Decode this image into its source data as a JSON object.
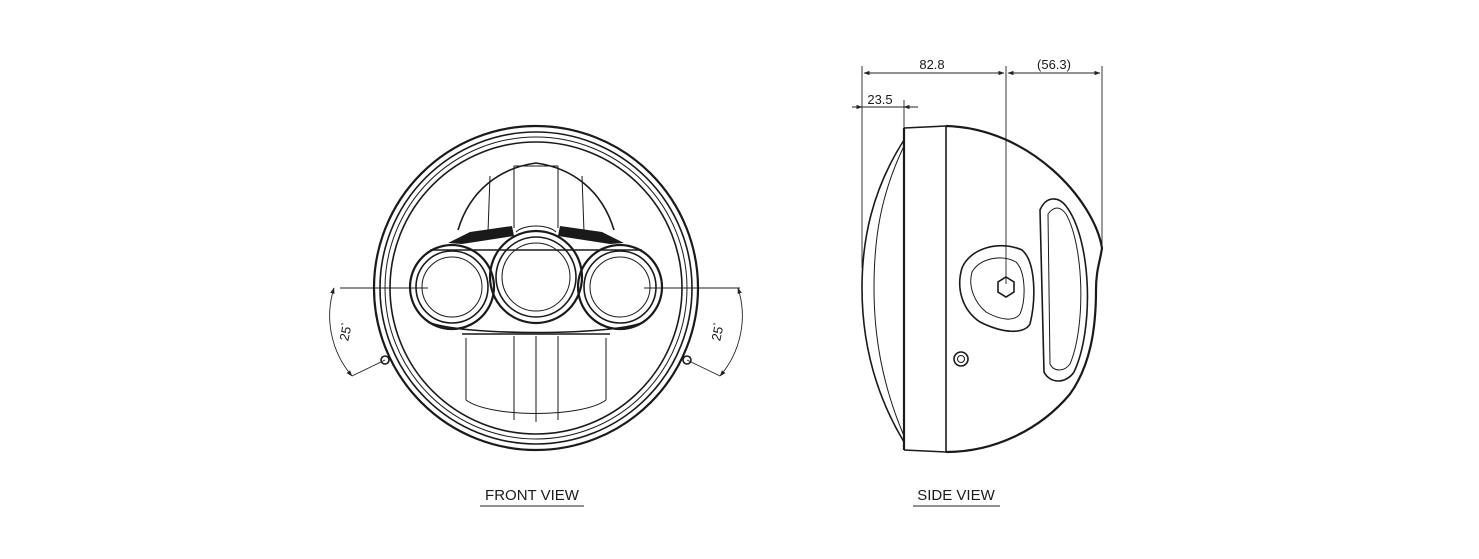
{
  "front_view": {
    "caption": "FRONT VIEW",
    "left_angle": "25",
    "right_angle": "25",
    "degree_symbol": "°"
  },
  "side_view": {
    "caption": "SIDE VIEW",
    "dim_overall": "82.8",
    "dim_rear": "(56.3)",
    "dim_front": "23.5"
  }
}
